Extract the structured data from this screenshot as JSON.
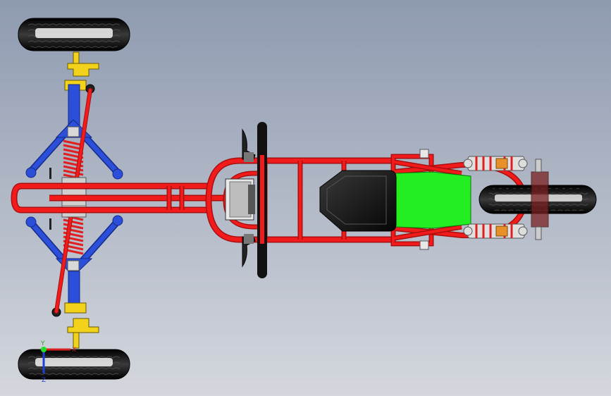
{
  "viewport": {
    "background_top": "#8e9ab0",
    "background_bottom": "#d4d7dd"
  },
  "colors": {
    "frame_red": "#f21b1b",
    "frame_red_dark": "#a80f0f",
    "arm_blue": "#2b4fd8",
    "arm_blue_dark": "#14298a",
    "bracket_yellow": "#f3d21c",
    "tire_black": "#111111",
    "rim_white": "#f2f2f2",
    "seat_black": "#151515",
    "panel_green": "#22ee22",
    "shock_orange": "#e8912a",
    "light_gray": "#cfcfcf",
    "taillight_maroon": "#7a2020"
  },
  "triad": {
    "y_label": "Y",
    "z_label": "Z",
    "x_label": "X"
  }
}
